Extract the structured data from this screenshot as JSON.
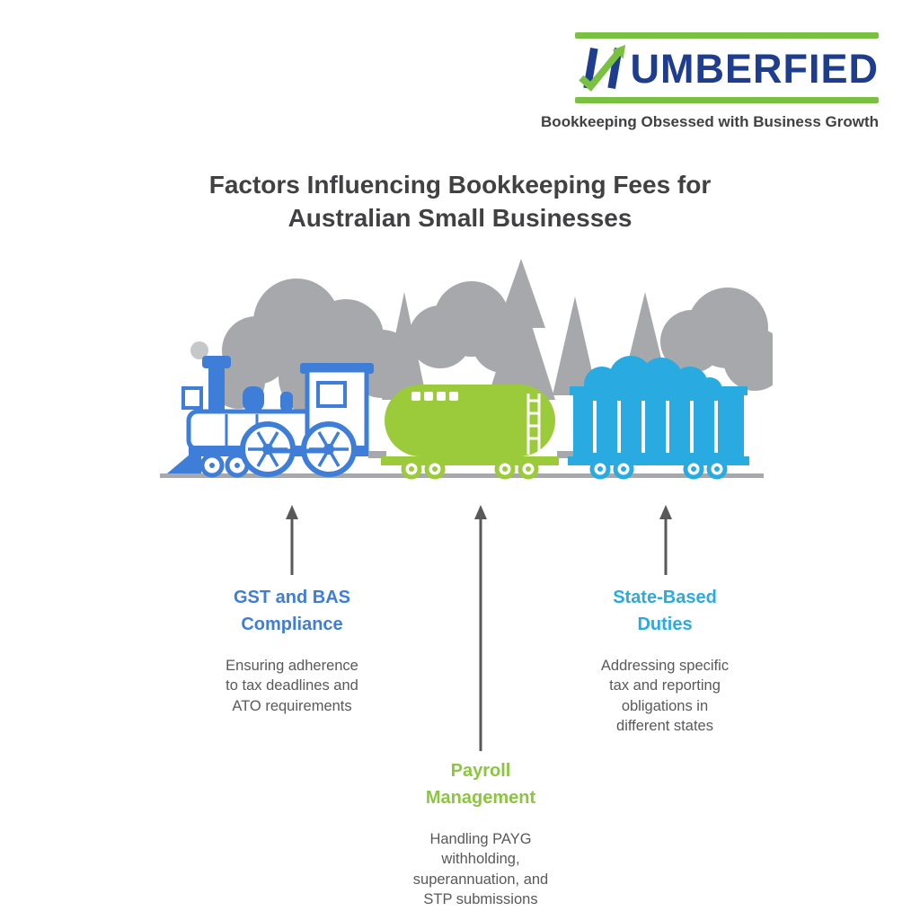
{
  "colors": {
    "brand_navy": "#1e3d8e",
    "logo_green": "#7ac143",
    "title_text": "#414042",
    "body_text": "#58595b",
    "factor_blue": "#3e7ed8",
    "factor_green": "#8cc63f",
    "factor_cyan": "#29abe2",
    "train_blue": "#3e7ed8",
    "train_green": "#9bca3b",
    "train_cyan": "#29abe2",
    "scenery_gray": "#a6a8ab",
    "arrow_gray": "#58595b"
  },
  "logo": {
    "brand": "NUMBERFIED",
    "brand_rest": "UMBERFIED",
    "tagline": "Bookkeeping Obsessed with Business Growth"
  },
  "title": {
    "line1": "Factors Influencing Bookkeeping Fees for",
    "line2": "Australian Small Businesses"
  },
  "factors": [
    {
      "name": "GST and BAS Compliance",
      "description": "Ensuring adherence to tax deadlines and ATO requirements",
      "color": "#3e7ed8"
    },
    {
      "name": "Payroll Management",
      "description": "Handling PAYG withholding, superannuation, and STP submissions",
      "color": "#8cc63f"
    },
    {
      "name": "State-Based Duties",
      "description": "Addressing specific tax and reporting obligations in different states",
      "color": "#29abe2"
    }
  ]
}
